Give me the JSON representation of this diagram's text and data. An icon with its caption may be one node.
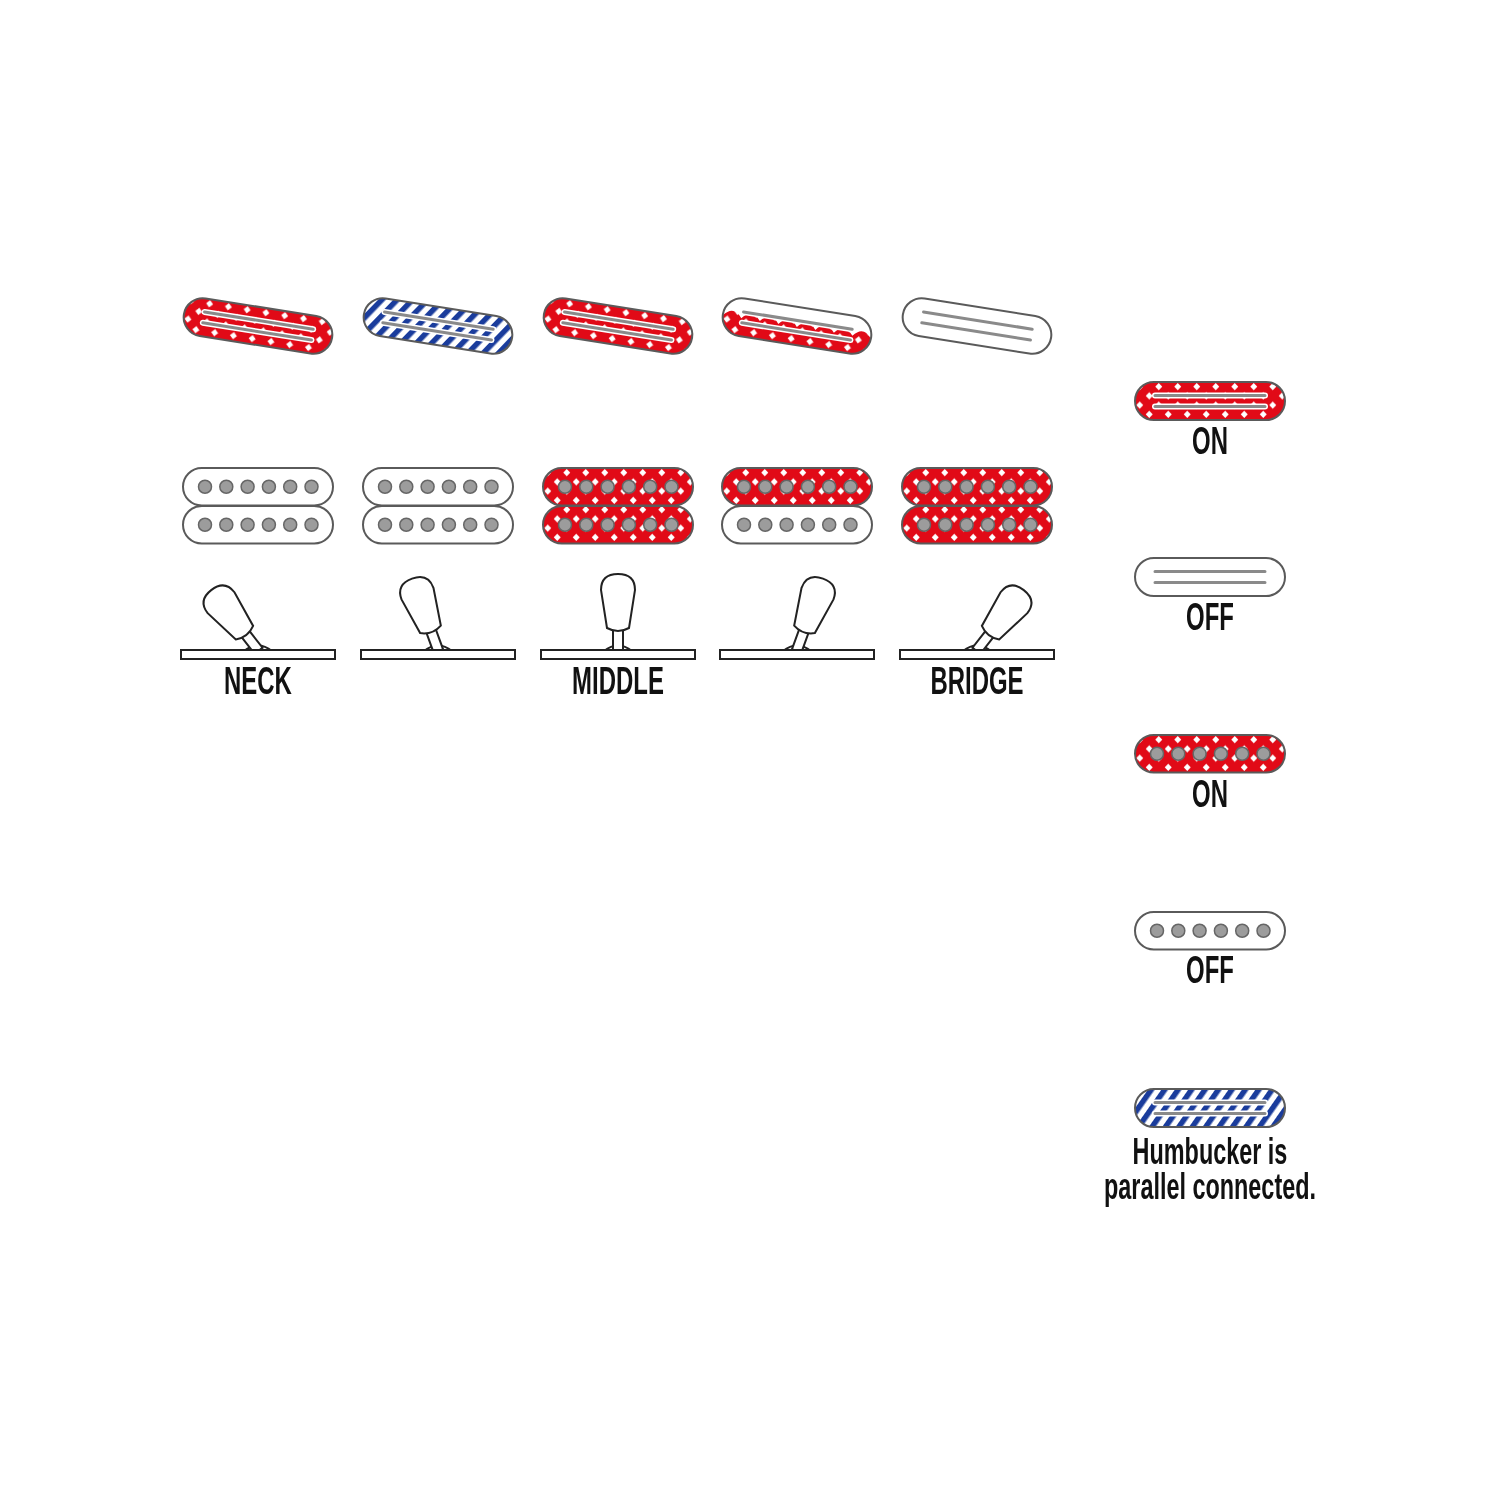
{
  "diagram": {
    "labels": [
      "NECK",
      "MIDDLE",
      "BRIDGE"
    ],
    "legend": [
      {
        "text": "ON"
      },
      {
        "text": "OFF"
      },
      {
        "text": "ON"
      },
      {
        "text": "OFF"
      },
      {
        "text": "Humbucker is parallel connected."
      }
    ]
  }
}
